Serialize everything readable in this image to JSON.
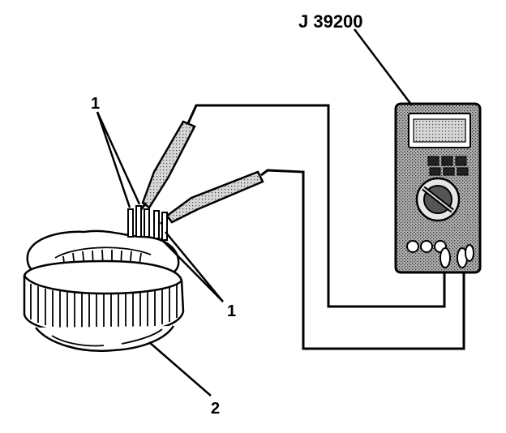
{
  "diagram": {
    "meter_label": "J 39200",
    "callout_leads": "1",
    "callout_leads_lower": "1",
    "callout_stator": "2"
  },
  "colors": {
    "ink": "#000000",
    "paper": "#ffffff",
    "meter_body": "#9a9a9a",
    "probe_fill": "#c8c8c8"
  },
  "icons": [
    "multimeter-icon",
    "stator-icon",
    "probe-icon"
  ]
}
